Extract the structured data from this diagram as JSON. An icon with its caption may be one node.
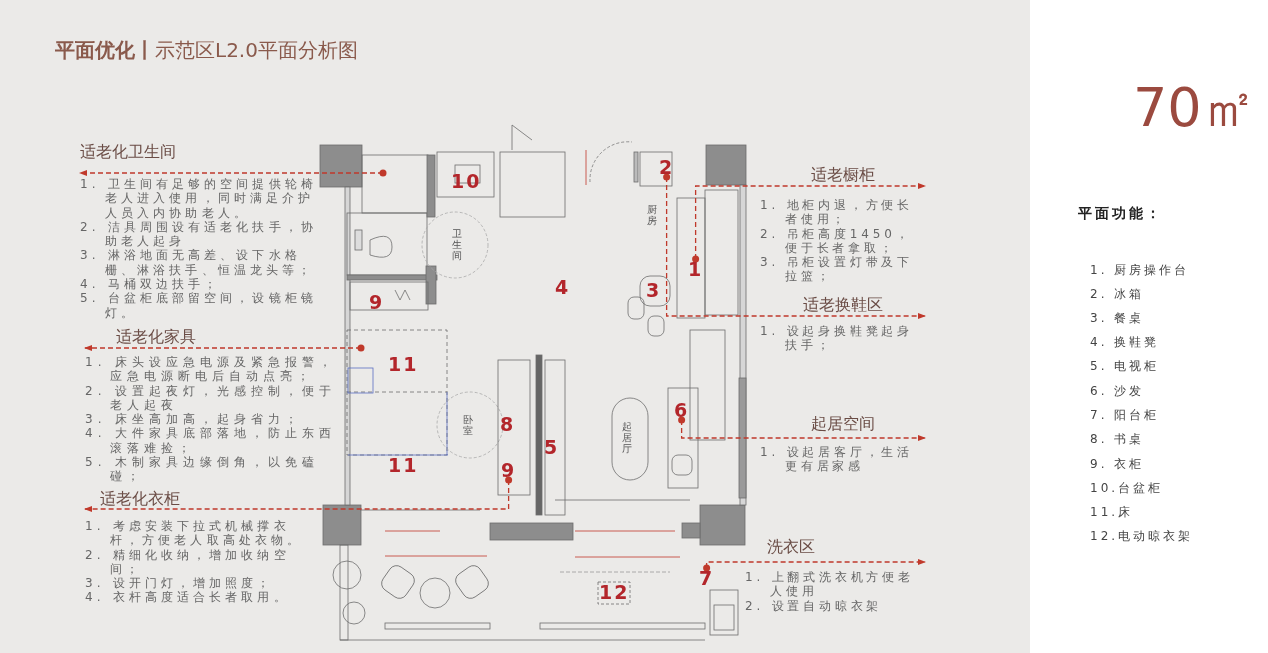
{
  "diagram": {
    "title": "**平面优化丨**示范区L2.0平面分析图",
    "nodes": [
      {
        "text": [
          "适老化卫生间",
          "1. 卫生间有足够的空间提供轮椅老人进入使用，同时满足介护人员入内协助老人。",
          "2. 洁具周围设有适老化扶手，协助老人起身",
          "3. 淋浴地面无高差、设下水格栅、淋浴扶手、恒温龙头等；",
          "4. 马桶双边扶手；",
          "5. 台盆柜底部留空间，设镜柜镜灯。"
        ]
      },
      {
        "text": [
          "适老化家具",
          "1. 床头设应急电源及紧急报警，应急电源断电后自动点亮；",
          "2. 设置起夜灯，光感控制，便于老人起夜",
          "3. 床坐高加高，起身省力；",
          "4. 大件家具底部落地，防止东西滚落难捡；",
          "5. 木制家具边缘倒角，以免磕碰；"
        ]
      },
      {
        "text": [
          "适老化衣柜",
          "1. 考虑安装下拉式机械撑衣杆，方便老人取高处衣物。",
          "2. 精细化收纳，增加收纳空间；",
          "3. 设开门灯，增加照度；",
          "4. 衣杆高度适合长者取用。"
        ]
      },
      {
        "text": [
          "适老橱柜",
          "1. 地柜内退，方便长者使用；",
          "2. 吊柜高度1450，便于长者拿取；",
          "3. 吊柜设置灯带及下拉篮；"
        ]
      },
      {
        "text": [
          "适老换鞋区",
          "1. 设起身换鞋凳起身扶手；"
        ]
      },
      {
        "text": [
          "起居空间",
          "1. 设起居客厅，生活更有居家感"
        ]
      },
      {
        "text": [
          "洗衣区",
          "1. 上翻式洗衣机方便老人使用",
          "2. 设置自动晾衣架"
        ]
      },
      {
        "text": [
          "9"
        ]
      },
      {
        "text": [
          "1"
        ]
      },
      {
        "text": [
          "2"
        ]
      },
      {
        "text": [
          "6"
        ]
      },
      {
        "text": [
          "7"
        ]
      }
    ],
    "edges": [
      {
        "from": null,
        "to": 0,
        "arrow": "to",
        "style": "dashed"
      },
      {
        "from": null,
        "to": 1,
        "arrow": "to",
        "style": "dashed"
      },
      {
        "from": 7,
        "to": 2,
        "arrow": "to",
        "style": "dashed"
      },
      {
        "from": 8,
        "to": 3,
        "arrow": "to",
        "style": "dashed"
      },
      {
        "from": 9,
        "to": 4,
        "arrow": "to",
        "style": "dashed"
      },
      {
        "from": 10,
        "to": 5,
        "arrow": "to",
        "style": "dashed"
      },
      {
        "from": 11,
        "to": 6,
        "arrow": "to",
        "style": "dashed"
      }
    ],
    "labels": [
      "10",
      "卫生间",
      "厨房",
      "4",
      "3",
      "9",
      "11",
      "8",
      "卧室",
      "起居厅",
      "5",
      "11",
      "12",
      "70㎡",
      "平面功能：",
      "1. 厨房操作台",
      "2. 冰箱",
      "3. 餐桌",
      "4. 换鞋凳",
      "5. 电视柜",
      "6. 沙发",
      "7. 阳台柜",
      "8. 书桌",
      "9. 衣柜",
      "10.台盆柜",
      "11.床",
      "12.电动晾衣架"
    ]
  }
}
